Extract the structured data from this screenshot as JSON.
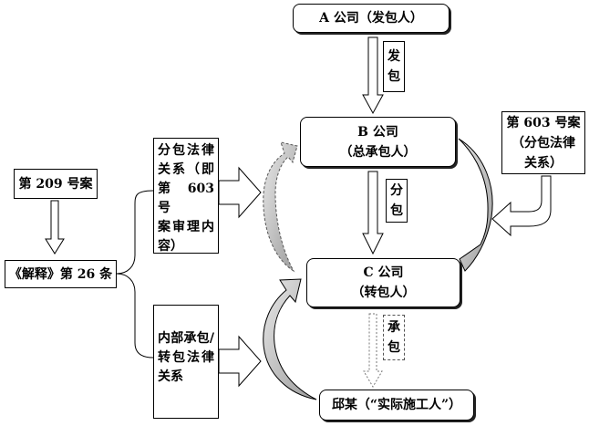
{
  "nodes": {
    "company_a": "A 公司（发包人）",
    "company_b": {
      "line1": "B 公司",
      "line2": "（总承包人）"
    },
    "company_c": {
      "line1": "C 公司",
      "line2": "（转包人）"
    },
    "qiu_mou": "邱某（“实际施工人”）",
    "case_209": "第 209 号案",
    "interpretation": "《解释》第 26 条",
    "subcontract_relation": [
      "分包法律",
      "关系（即",
      "第 603 号",
      "案审理内",
      "容）"
    ],
    "internal_relation": [
      "内部承包/",
      "转包法律",
      "关系"
    ],
    "case_603": [
      "第 603 号案",
      "（分包法律",
      "关系）"
    ]
  },
  "edges": {
    "fa_bao": [
      "发",
      "包"
    ],
    "fen_bao": [
      "分",
      "包"
    ],
    "cheng_bao": [
      "承",
      "包"
    ]
  }
}
